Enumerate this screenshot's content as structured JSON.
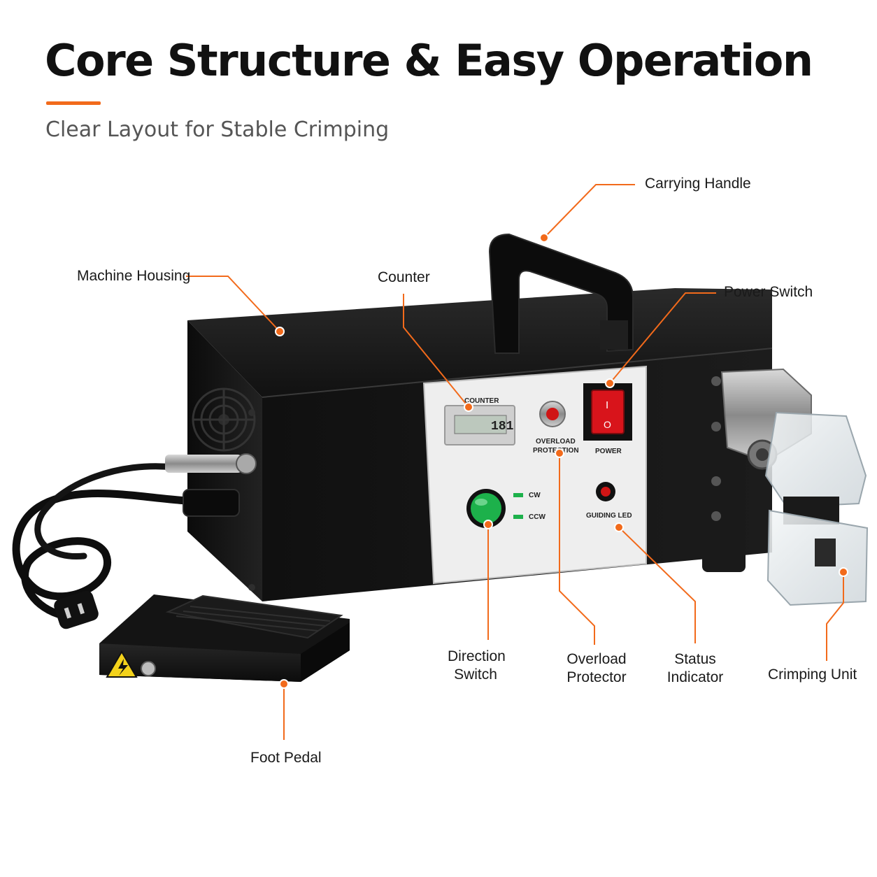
{
  "header": {
    "title": "Core Structure & Easy Operation",
    "subtitle": "Clear Layout for Stable Crimping"
  },
  "colors": {
    "accent": "#f26a1b",
    "housing": "#151515",
    "panel": "#eeeeee",
    "power_switch": "#d8141b",
    "direction_button": "#1db14b",
    "indicator_led": "#d01515"
  },
  "callouts": {
    "carrying_handle": "Carrying Handle",
    "machine_housing": "Machine Housing",
    "counter": "Counter",
    "power_switch": "Power Switch",
    "direction_switch": "Direction\nSwitch",
    "overload_protector": "Overload\nProtector",
    "status_indicator": "Status\nIndicator",
    "crimping_unit": "Crimping Unit",
    "foot_pedal": "Foot Pedal"
  },
  "panel": {
    "counter_label": "COUNTER",
    "counter_value": "181",
    "overload_label_line1": "OVERLOAD",
    "overload_label_line2": "PROTECTION",
    "power_label": "POWER",
    "switch_on_glyph": "I",
    "switch_off_glyph": "O",
    "cw_label": "CW",
    "ccw_label": "CCW",
    "guiding_led_label": "GUIDING LED"
  },
  "icons": {
    "fan_grille": "fan-grille-icon",
    "warning": "warning-triangle-icon",
    "plug": "power-plug-icon"
  }
}
